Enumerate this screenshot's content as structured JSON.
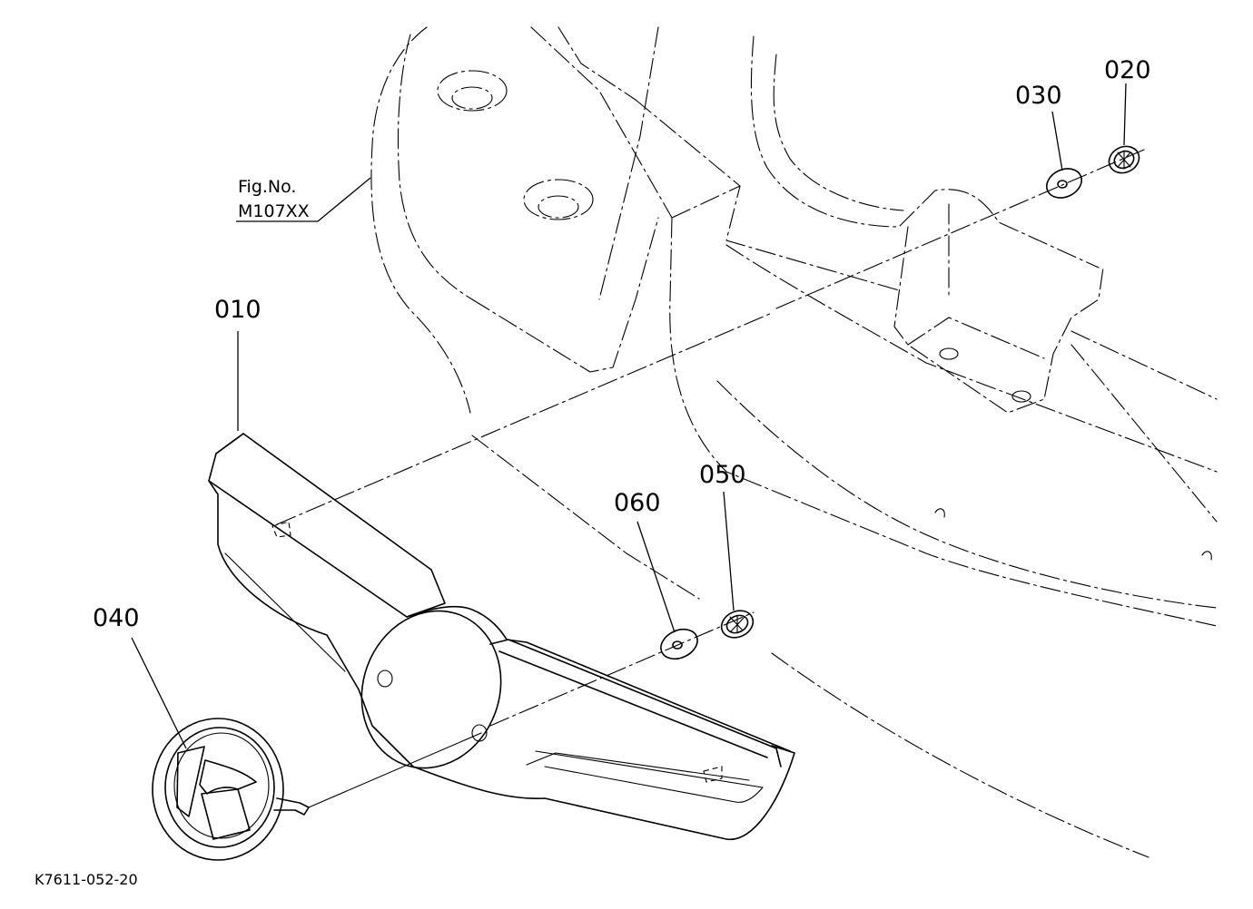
{
  "figure_reference": {
    "line1": "Fig.No.",
    "line2": "M107XX"
  },
  "parts": [
    {
      "id": "010"
    },
    {
      "id": "020"
    },
    {
      "id": "030"
    },
    {
      "id": "040"
    },
    {
      "id": "050"
    },
    {
      "id": "060"
    }
  ],
  "drawing_code": "K7611-052-20"
}
